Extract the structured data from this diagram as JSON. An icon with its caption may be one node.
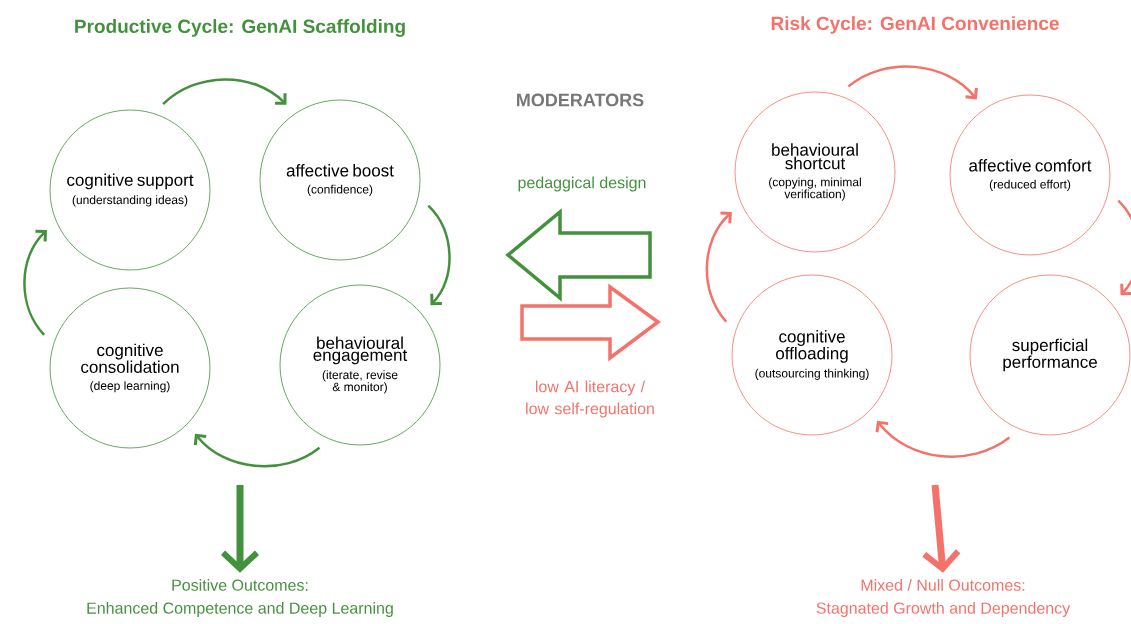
{
  "diagram": {
    "nodes": [
      {
        "text": [
          "cognitive support",
          "(understanding ideas)"
        ]
      },
      {
        "text": [
          "affective boost",
          "(confidence)"
        ]
      },
      {
        "text": [
          "behavioural engagement",
          "(iterate, revise & monitor)"
        ]
      },
      {
        "text": [
          "cognitive consolidation",
          "(deep learning)"
        ]
      },
      {
        "text": [
          "Positive Outcomes:",
          "Enhanced Competence and Deep Learning"
        ]
      },
      {
        "text": [
          "behavioural shortcut",
          "(copying, minimal verification)"
        ]
      },
      {
        "text": [
          "affective comfort",
          "(reduced effort)"
        ]
      },
      {
        "text": [
          "superficial performance"
        ]
      },
      {
        "text": [
          "cognitive offloading",
          "(outsourcing thinking)"
        ]
      },
      {
        "text": [
          "Mixed / Null Outcomes:",
          "Stagnated Growth and Dependency"
        ]
      }
    ],
    "edges": [
      {
        "from": 0,
        "to": 1,
        "arrow": "to",
        "color": "#43913d"
      },
      {
        "from": 1,
        "to": 2,
        "arrow": "to",
        "color": "#43913d"
      },
      {
        "from": 2,
        "to": 3,
        "arrow": "to",
        "color": "#43913d"
      },
      {
        "from": 3,
        "to": 0,
        "arrow": "to",
        "color": "#43913d"
      },
      {
        "from": null,
        "to": 4,
        "arrow": "to",
        "style": "thick",
        "color": "#43913d"
      },
      {
        "from": 5,
        "to": 6,
        "arrow": "to",
        "color": "#f4726a"
      },
      {
        "from": 6,
        "to": 7,
        "arrow": "to",
        "color": "#f4726a"
      },
      {
        "from": 7,
        "to": 8,
        "arrow": "to",
        "color": "#f4726a"
      },
      {
        "from": 8,
        "to": 5,
        "arrow": "to",
        "color": "#f4726a"
      },
      {
        "from": null,
        "to": 9,
        "arrow": "to",
        "style": "thick",
        "color": "#f4726a"
      }
    ],
    "labels": [
      "Productive Cycle: GenAI Scaffolding",
      "Risk Cycle: GenAI Convenience",
      "MODERATORS",
      "pedaggical design",
      "low AI literacy / low self-regulation"
    ]
  }
}
